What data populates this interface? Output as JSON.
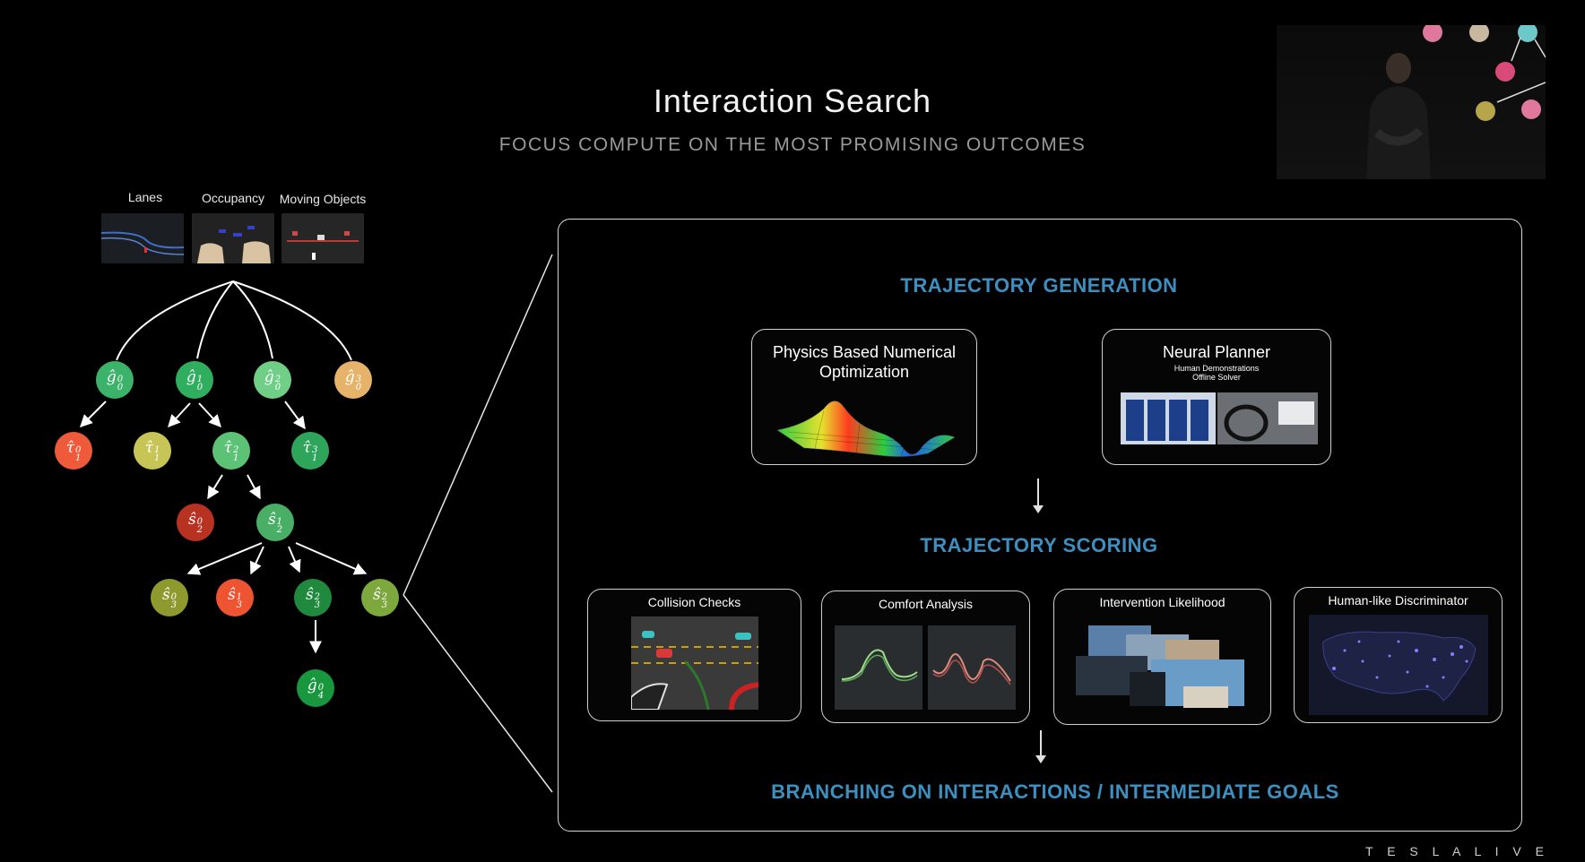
{
  "header": {
    "title": "Interaction Search",
    "subtitle": "FOCUS COMPUTE ON THE MOST PROMISING OUTCOMES"
  },
  "inputs": {
    "labels": [
      "Lanes",
      "Occupancy",
      "Moving Objects"
    ]
  },
  "tree": {
    "nodes": [
      {
        "id": "g00",
        "sym": "ĝ",
        "sup": "0",
        "sub": "0",
        "color": "#3bb36a"
      },
      {
        "id": "g01",
        "sym": "ĝ",
        "sup": "1",
        "sub": "0",
        "color": "#2fae5f"
      },
      {
        "id": "g02",
        "sym": "ĝ",
        "sup": "2",
        "sub": "0",
        "color": "#6fcf86"
      },
      {
        "id": "g03",
        "sym": "ĝ",
        "sup": "3",
        "sub": "0",
        "color": "#e5b36a"
      },
      {
        "id": "t10",
        "sym": "τ̂",
        "sup": "0",
        "sub": "1",
        "color": "#ef5a3a"
      },
      {
        "id": "t11",
        "sym": "τ̂",
        "sup": "1",
        "sub": "1",
        "color": "#c8c557"
      },
      {
        "id": "t12",
        "sym": "τ̂",
        "sup": "2",
        "sub": "1",
        "color": "#5cc275"
      },
      {
        "id": "t13",
        "sym": "τ̂",
        "sup": "3",
        "sub": "1",
        "color": "#2ea55a"
      },
      {
        "id": "s20",
        "sym": "ŝ",
        "sup": "0",
        "sub": "2",
        "color": "#b83222"
      },
      {
        "id": "s21",
        "sym": "ŝ",
        "sup": "1",
        "sub": "2",
        "color": "#4aaf66"
      },
      {
        "id": "s30",
        "sym": "ŝ",
        "sup": "0",
        "sub": "3",
        "color": "#8f9a2e"
      },
      {
        "id": "s31",
        "sym": "ŝ",
        "sup": "1",
        "sub": "3",
        "color": "#ee5432"
      },
      {
        "id": "s32",
        "sym": "ŝ",
        "sup": "2",
        "sub": "3",
        "color": "#1f8a3e"
      },
      {
        "id": "s33",
        "sym": "ŝ",
        "sup": "2",
        "sub": "3",
        "color": "#7ca83e"
      },
      {
        "id": "g40",
        "sym": "ĝ",
        "sup": "0",
        "sub": "4",
        "color": "#18973f"
      }
    ]
  },
  "panel": {
    "generation_title": "TRAJECTORY GENERATION",
    "physics_card": {
      "title": "Physics Based Numerical Optimization"
    },
    "neural_card": {
      "title": "Neural Planner",
      "line1": "Human Demonstrations",
      "line2": "Offline Solver"
    },
    "scoring_title": "TRAJECTORY SCORING",
    "scoring_cards": [
      "Collision Checks",
      "Comfort Analysis",
      "Intervention Likelihood",
      "Human-like Discriminator"
    ],
    "branching_title": "BRANCHING ON INTERACTIONS / INTERMEDIATE GOALS"
  },
  "brand": "T E S L A   L I V E"
}
